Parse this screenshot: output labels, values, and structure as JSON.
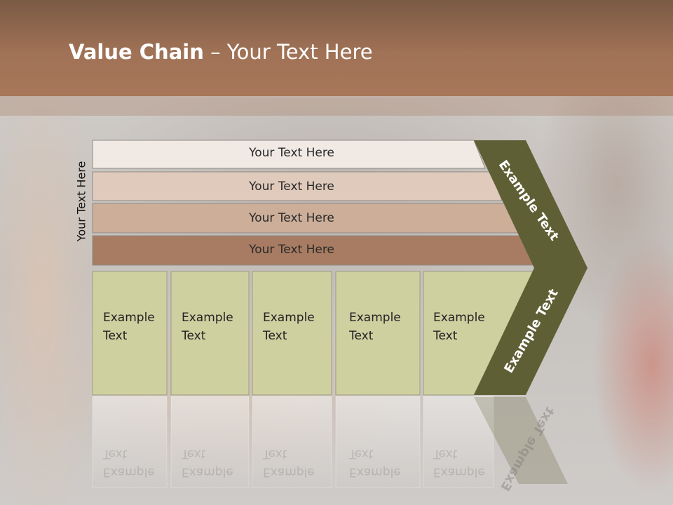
{
  "title": {
    "bold": "Value Chain",
    "rest": " – Your Text Here"
  },
  "side_label": "Your Text Here",
  "bars": [
    {
      "label": "Your Text Here",
      "color": "#f0e9e4"
    },
    {
      "label": "Your Text Here",
      "color": "#dfcabc"
    },
    {
      "label": "Your Text Here",
      "color": "#ccae99"
    },
    {
      "label": "Your Text Here",
      "color": "#a87c62"
    }
  ],
  "boxes": [
    {
      "line1": "Example",
      "line2": "Text"
    },
    {
      "line1": "Example",
      "line2": "Text"
    },
    {
      "line1": "Example",
      "line2": "Text"
    },
    {
      "line1": "Example",
      "line2": "Text"
    },
    {
      "line1": "Example",
      "line2": "Text"
    }
  ],
  "chevron": {
    "top_label": "Example Text",
    "bottom_label": "Example Text"
  },
  "colors": {
    "header": "#a07256",
    "box_fill": "#cfd0a0",
    "chevron_fill": "#5f5f35"
  }
}
